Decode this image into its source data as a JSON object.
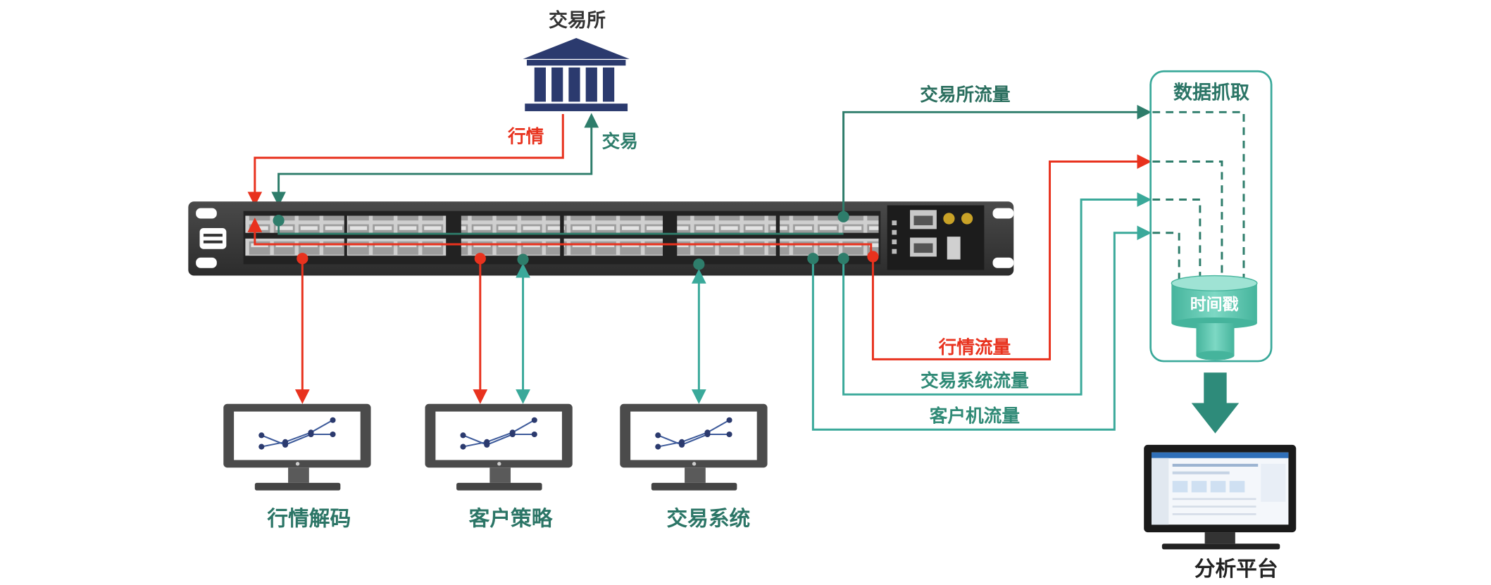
{
  "exchange": {
    "title": "交易所",
    "market_link": "行情",
    "trade_link": "交易"
  },
  "endpoints": [
    {
      "label": "行情解码"
    },
    {
      "label": "客户策略"
    },
    {
      "label": "交易系统"
    }
  ],
  "flows": {
    "exchange": "交易所流量",
    "market": "行情流量",
    "trading_system": "交易系统流量",
    "client": "客户机流量"
  },
  "capture": {
    "title": "数据抓取",
    "timestamp": "时间戳"
  },
  "analysis": {
    "label": "分析平台"
  },
  "colors": {
    "market_red": "#e8321e",
    "exchange_teal": "#2e7d6b",
    "flow_teal": "#3aa99a",
    "building_navy": "#2b3a6e",
    "timestamp_fill": "#5cc7b0"
  },
  "icons": [
    "exchange-building-icon",
    "network-switch-icon",
    "monitor-icon",
    "database-cylinder-icon",
    "down-arrow-icon"
  ]
}
